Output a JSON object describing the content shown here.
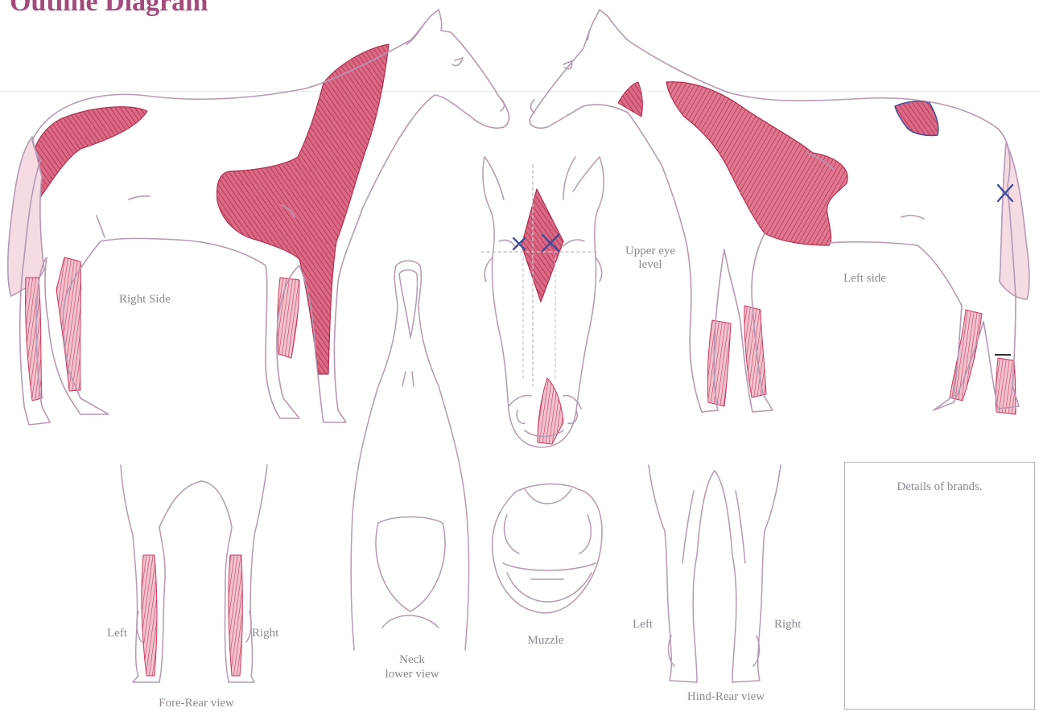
{
  "title": "Outline Diagram",
  "labels": {
    "right_side": "Right Side",
    "left_side": "Left side",
    "upper_eye": "Upper eye",
    "upper_eye_2": "level",
    "neck": "Neck",
    "neck_2": "lower view",
    "muzzle": "Muzzle",
    "fore_left": "Left",
    "fore_right": "Right",
    "fore_rear": "Fore-Rear view",
    "hind_left": "Left",
    "hind_right": "Right",
    "hind_rear": "Hind-Rear view",
    "brands": "Details of brands."
  },
  "colors": {
    "outline": "#b599b3",
    "marking": "#c8385a",
    "marking_dark": "#a92c4c",
    "blue_x": "#3f4d9a",
    "label": "#8e8790",
    "title": "#a44a7c"
  }
}
